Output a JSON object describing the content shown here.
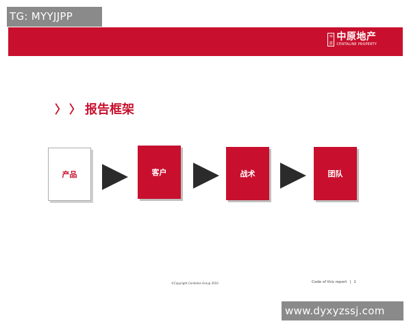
{
  "header": {
    "logo_seal": "中原",
    "logo_cn": "中原地产",
    "logo_en": "CENTALINE PROPERTY"
  },
  "section": {
    "chevrons": [
      "〉",
      "〉"
    ],
    "title": "报告框架"
  },
  "flow": {
    "steps": [
      {
        "label": "产品",
        "style": "white"
      },
      {
        "label": "客户",
        "style": "red"
      },
      {
        "label": "战术",
        "style": "red"
      },
      {
        "label": "团队",
        "style": "red"
      }
    ]
  },
  "footer": {
    "copyright": "©Copyright Centaline Group 2010",
    "report_code_label": "Code of this report",
    "separator": "|",
    "page_number": "1"
  },
  "watermarks": {
    "tg": "TG: MYYJJPP",
    "url": "www.dyxyzssj.com"
  },
  "colors": {
    "brand_red": "#c8102e",
    "arrow": "#2b2b2b",
    "watermark_bg": "#8a8a8a"
  }
}
